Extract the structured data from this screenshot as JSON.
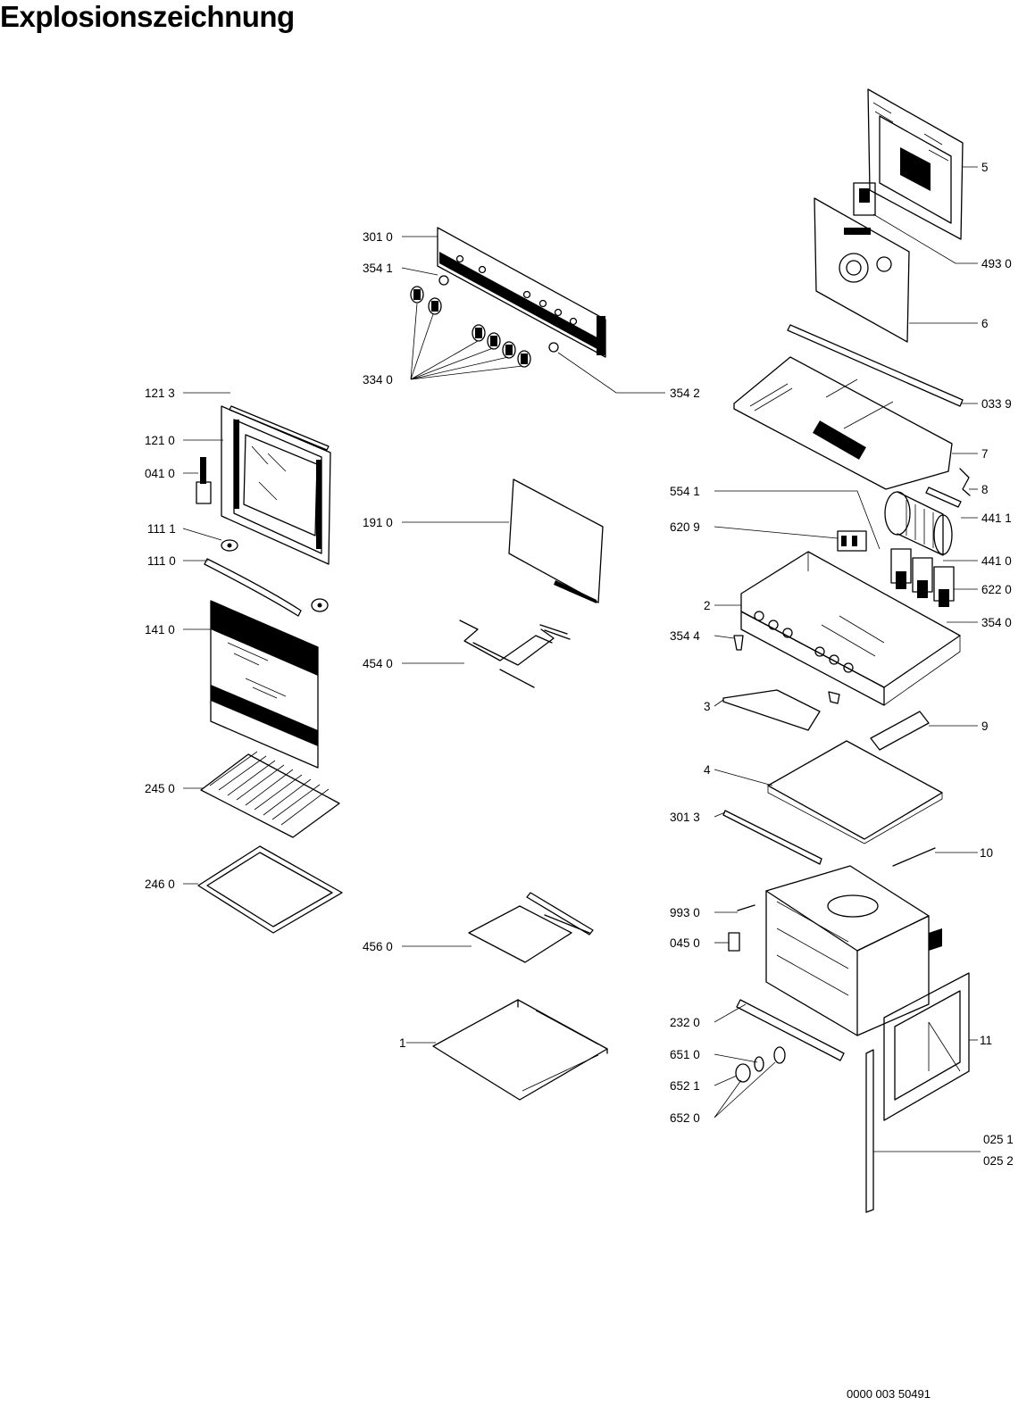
{
  "page": {
    "title": "Explosionszeichnung",
    "footer_code": "0000 003 50491"
  },
  "labels": [
    {
      "id": "l-3010",
      "text": "301 0"
    },
    {
      "id": "l-3541",
      "text": "354 1"
    },
    {
      "id": "l-3340",
      "text": "334 0"
    },
    {
      "id": "l-3542",
      "text": "354 2"
    },
    {
      "id": "l-1213",
      "text": "121 3"
    },
    {
      "id": "l-1210",
      "text": "121 0"
    },
    {
      "id": "l-0410",
      "text": "041 0"
    },
    {
      "id": "l-1111",
      "text": "111 1"
    },
    {
      "id": "l-1110",
      "text": "111 0"
    },
    {
      "id": "l-1410",
      "text": "141 0"
    },
    {
      "id": "l-2450",
      "text": "245 0"
    },
    {
      "id": "l-2460",
      "text": "246 0"
    },
    {
      "id": "l-1910",
      "text": "191 0"
    },
    {
      "id": "l-4540",
      "text": "454 0"
    },
    {
      "id": "l-4560",
      "text": "456 0"
    },
    {
      "id": "l-1",
      "text": "1"
    },
    {
      "id": "l-5",
      "text": "5"
    },
    {
      "id": "l-4930",
      "text": "493 0"
    },
    {
      "id": "l-6",
      "text": "6"
    },
    {
      "id": "l-0339",
      "text": "033 9"
    },
    {
      "id": "l-7",
      "text": "7"
    },
    {
      "id": "l-8",
      "text": "8"
    },
    {
      "id": "l-5541",
      "text": "554 1"
    },
    {
      "id": "l-4411",
      "text": "441 1"
    },
    {
      "id": "l-6209",
      "text": "620 9"
    },
    {
      "id": "l-4410",
      "text": "441 0"
    },
    {
      "id": "l-6220",
      "text": "622 0"
    },
    {
      "id": "l-2",
      "text": "2"
    },
    {
      "id": "l-3540",
      "text": "354 0"
    },
    {
      "id": "l-3544",
      "text": "354 4"
    },
    {
      "id": "l-3",
      "text": "3"
    },
    {
      "id": "l-9",
      "text": "9"
    },
    {
      "id": "l-4",
      "text": "4"
    },
    {
      "id": "l-3013",
      "text": "301 3"
    },
    {
      "id": "l-10",
      "text": "10"
    },
    {
      "id": "l-9930",
      "text": "993 0"
    },
    {
      "id": "l-0450",
      "text": "045 0"
    },
    {
      "id": "l-2320",
      "text": "232 0"
    },
    {
      "id": "l-11",
      "text": "11"
    },
    {
      "id": "l-6510",
      "text": "651 0"
    },
    {
      "id": "l-6521",
      "text": "652 1"
    },
    {
      "id": "l-6520",
      "text": "652 0"
    },
    {
      "id": "l-0251",
      "text": "025 1"
    },
    {
      "id": "l-0252",
      "text": "025 2"
    }
  ]
}
